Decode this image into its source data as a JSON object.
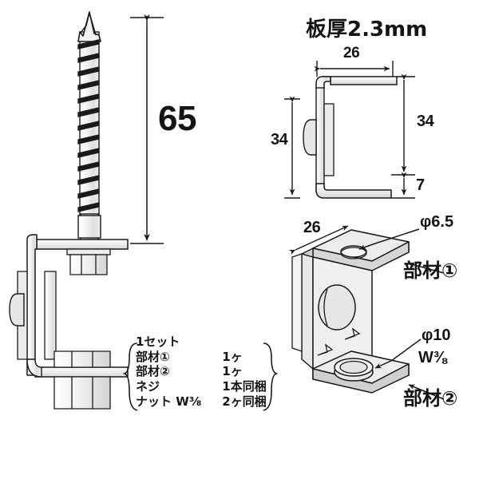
{
  "drawing": {
    "title_note": "板厚2.3mm",
    "dimensions": {
      "screw_length": "65",
      "side_width": "26",
      "side_height_left": "34",
      "side_height_right": "34",
      "side_flange": "7",
      "iso_width": "26"
    },
    "callouts": {
      "hole_top": "φ6.5",
      "hole_bottom": "φ10",
      "thread_bottom": "W⅜",
      "part_one": "部材①",
      "part_two": "部材②"
    },
    "set_list": {
      "heading": "1セット",
      "rows": [
        {
          "item": "部材①",
          "qty": "1ヶ"
        },
        {
          "item": "部材②",
          "qty": "1ヶ"
        },
        {
          "item": "ネジ",
          "qty": "1本同梱"
        },
        {
          "item": "ナット W⅜",
          "qty": "2ヶ同梱"
        }
      ]
    },
    "colors": {
      "line": "#1a1a1a",
      "fill_light": "#f2f2f2",
      "fill_mid": "#e3e3e3",
      "fill_dark": "#d2d2d2",
      "background": "#ffffff"
    }
  }
}
